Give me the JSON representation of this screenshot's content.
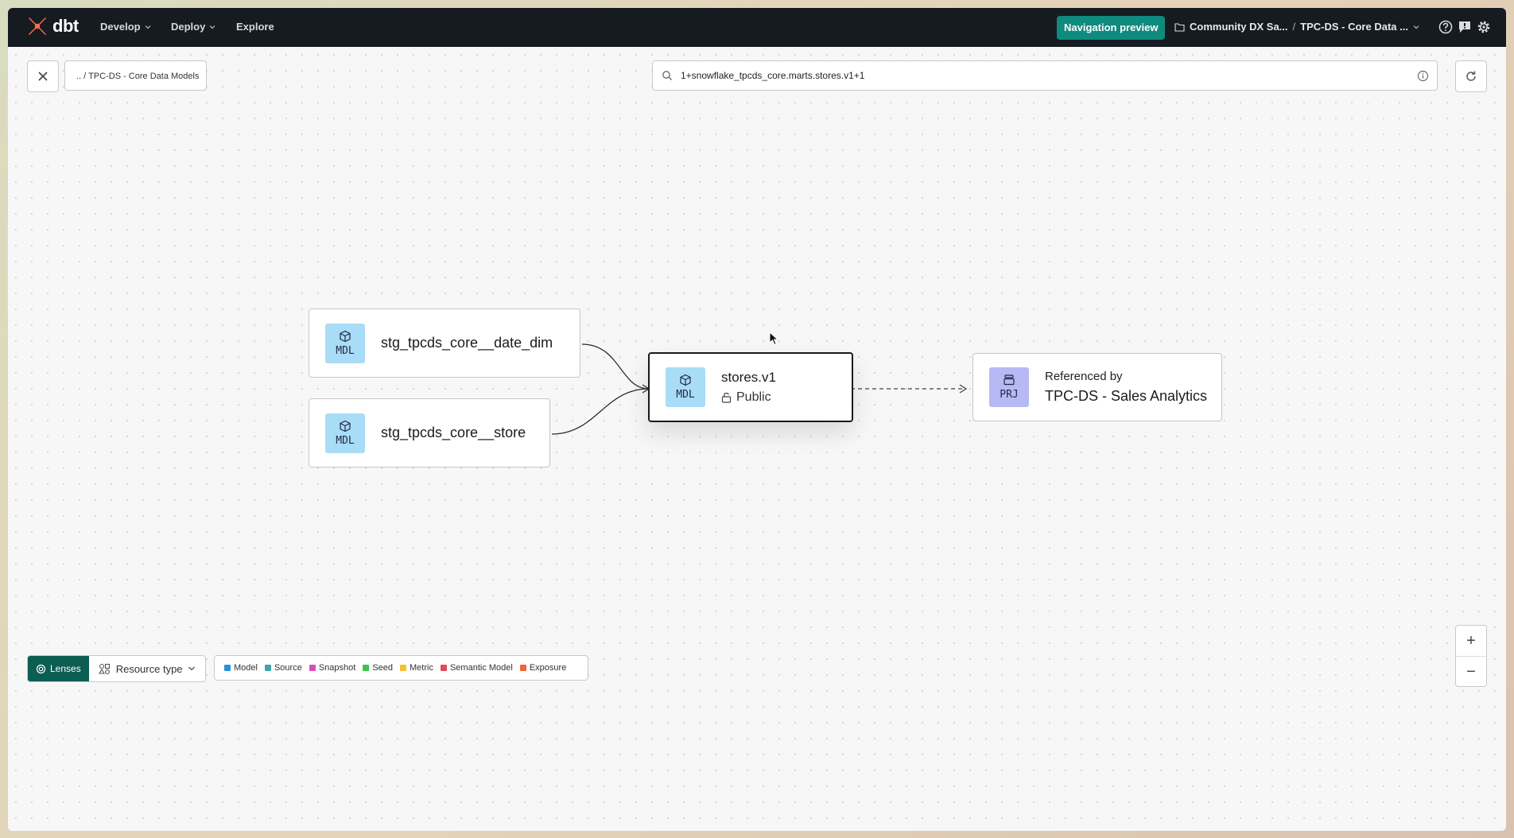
{
  "app": {
    "logo_text": "dbt",
    "nav": [
      {
        "label": "Develop"
      },
      {
        "label": "Deploy"
      },
      {
        "label": "Explore"
      }
    ],
    "nav_preview_label": "Navigation preview",
    "breadcrumb": {
      "account": "Community DX Sa...",
      "separator": "/",
      "project": "TPC-DS - Core Data ..."
    }
  },
  "toolbar": {
    "path_label": ".. / TPC-DS - Core Data Models",
    "search_value": "1+snowflake_tpcds_core.marts.stores.v1+1"
  },
  "graph": {
    "nodes": [
      {
        "badge": "MDL",
        "name": "stg_tpcds_core__date_dim"
      },
      {
        "badge": "MDL",
        "name": "stg_tpcds_core__store"
      },
      {
        "badge": "MDL",
        "name": "stores.v1",
        "access": "Public"
      },
      {
        "badge": "PRJ",
        "referenced_label": "Referenced by",
        "name": "TPC-DS - Sales Analytics"
      }
    ]
  },
  "bottom": {
    "lenses_label": "Lenses",
    "resource_type_label": "Resource type",
    "legend": [
      {
        "label": "Model",
        "color": "#2b8fd8"
      },
      {
        "label": "Source",
        "color": "#3aa6a6"
      },
      {
        "label": "Snapshot",
        "color": "#d94fb5"
      },
      {
        "label": "Seed",
        "color": "#3cc44a"
      },
      {
        "label": "Metric",
        "color": "#f2c12e"
      },
      {
        "label": "Semantic Model",
        "color": "#e04a5a"
      },
      {
        "label": "Exposure",
        "color": "#f0643a"
      }
    ]
  },
  "zoom": {
    "in_label": "+",
    "out_label": "−"
  },
  "colors": {
    "accent": "#0f8a7e",
    "lenses": "#0c5d52",
    "topbar": "#161b22"
  }
}
